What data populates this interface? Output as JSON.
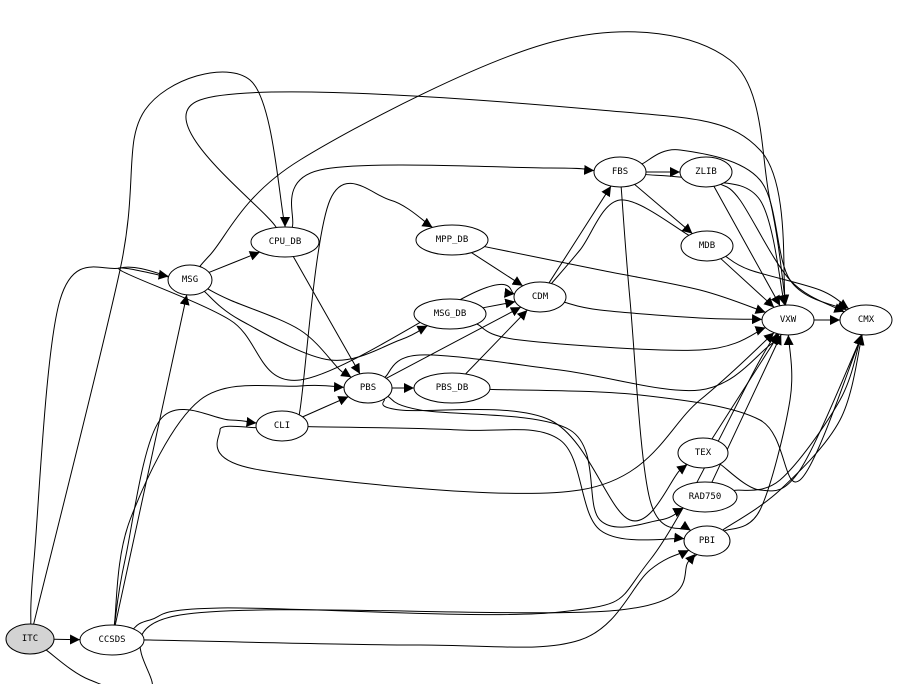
{
  "graph": {
    "nodes": [
      {
        "id": "ITC",
        "label": "ITC",
        "fill": "#d3d3d3"
      },
      {
        "id": "CCSDS",
        "label": "CCSDS",
        "fill": "#ffffff"
      },
      {
        "id": "MSG",
        "label": "MSG",
        "fill": "#ffffff"
      },
      {
        "id": "CPU_DB",
        "label": "CPU_DB",
        "fill": "#ffffff"
      },
      {
        "id": "CLI",
        "label": "CLI",
        "fill": "#ffffff"
      },
      {
        "id": "PBS",
        "label": "PBS",
        "fill": "#ffffff"
      },
      {
        "id": "PBS_DB",
        "label": "PBS_DB",
        "fill": "#ffffff"
      },
      {
        "id": "MPP_DB",
        "label": "MPP_DB",
        "fill": "#ffffff"
      },
      {
        "id": "MSG_DB",
        "label": "MSG_DB",
        "fill": "#ffffff"
      },
      {
        "id": "CDM",
        "label": "CDM",
        "fill": "#ffffff"
      },
      {
        "id": "FBS",
        "label": "FBS",
        "fill": "#ffffff"
      },
      {
        "id": "ZLIB",
        "label": "ZLIB",
        "fill": "#ffffff"
      },
      {
        "id": "MDB",
        "label": "MDB",
        "fill": "#ffffff"
      },
      {
        "id": "VXW",
        "label": "VXW",
        "fill": "#ffffff"
      },
      {
        "id": "CMX",
        "label": "CMX",
        "fill": "#ffffff"
      },
      {
        "id": "TEX",
        "label": "TEX",
        "fill": "#ffffff"
      },
      {
        "id": "RAD750",
        "label": "RAD750",
        "fill": "#ffffff"
      },
      {
        "id": "PBI",
        "label": "PBI",
        "fill": "#ffffff"
      }
    ],
    "edges": [
      [
        "ITC",
        "CCSDS"
      ],
      [
        "ITC",
        "MSG"
      ],
      [
        "ITC",
        "CPU_DB"
      ],
      [
        "ITC",
        "PBI"
      ],
      [
        "CCSDS",
        "MSG"
      ],
      [
        "CCSDS",
        "CLI"
      ],
      [
        "CCSDS",
        "PBS"
      ],
      [
        "CCSDS",
        "PBI"
      ],
      [
        "CCSDS",
        "VXW"
      ],
      [
        "MSG",
        "CPU_DB"
      ],
      [
        "MSG",
        "PBS"
      ],
      [
        "MSG",
        "MSG_DB"
      ],
      [
        "MSG",
        "VXW"
      ],
      [
        "MSG",
        "CDM"
      ],
      [
        "CPU_DB",
        "PBS"
      ],
      [
        "CPU_DB",
        "FBS"
      ],
      [
        "CPU_DB",
        "VXW"
      ],
      [
        "CLI",
        "PBS"
      ],
      [
        "CLI",
        "MPP_DB"
      ],
      [
        "CLI",
        "PBI"
      ],
      [
        "CLI",
        "VXW"
      ],
      [
        "PBS",
        "PBS_DB"
      ],
      [
        "PBS",
        "CDM"
      ],
      [
        "PBS",
        "VXW"
      ],
      [
        "PBS",
        "RAD750"
      ],
      [
        "PBS",
        "TEX"
      ],
      [
        "PBS_DB",
        "CDM"
      ],
      [
        "PBS_DB",
        "CMX"
      ],
      [
        "MPP_DB",
        "CDM"
      ],
      [
        "MPP_DB",
        "VXW"
      ],
      [
        "MSG_DB",
        "CDM"
      ],
      [
        "MSG_DB",
        "VXW"
      ],
      [
        "CDM",
        "FBS"
      ],
      [
        "CDM",
        "VXW"
      ],
      [
        "CDM",
        "MDB"
      ],
      [
        "FBS",
        "ZLIB"
      ],
      [
        "FBS",
        "MDB"
      ],
      [
        "FBS",
        "PBI"
      ],
      [
        "FBS",
        "VXW"
      ],
      [
        "FBS",
        "CMX"
      ],
      [
        "ZLIB",
        "VXW"
      ],
      [
        "ZLIB",
        "CMX"
      ],
      [
        "MDB",
        "VXW"
      ],
      [
        "MDB",
        "CMX"
      ],
      [
        "VXW",
        "CMX"
      ],
      [
        "TEX",
        "VXW"
      ],
      [
        "TEX",
        "CMX"
      ],
      [
        "RAD750",
        "VXW"
      ],
      [
        "RAD750",
        "CMX"
      ],
      [
        "PBI",
        "VXW"
      ],
      [
        "PBI",
        "CMX"
      ]
    ]
  }
}
